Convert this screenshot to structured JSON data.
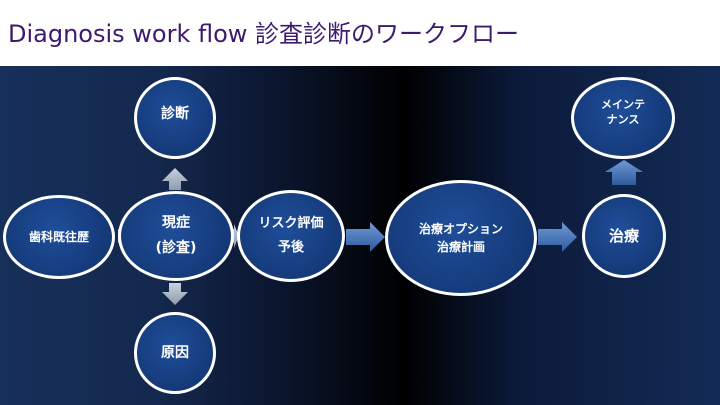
{
  "title": "Diagnosis work flow 診査診断のワークフロー",
  "nodes": {
    "history": "歯科既往歴",
    "present_line1": "現症",
    "present_line2": "(診査)",
    "diagnosis": "診断",
    "cause": "原因",
    "risk_line1": "リスク評価",
    "risk_line2": "予後",
    "options_line1": "治療オプション",
    "options_line2": "治療計画",
    "treatment": "治療",
    "maint_line1": "メインテ",
    "maint_line2": "ナンス"
  },
  "colors": {
    "title": "#3d1a6e",
    "node_fill": "#173e80",
    "node_border": "#ffffff",
    "arrow_fill": "#3f6fb5",
    "small_arrow_fill": "#9aa7b8"
  }
}
